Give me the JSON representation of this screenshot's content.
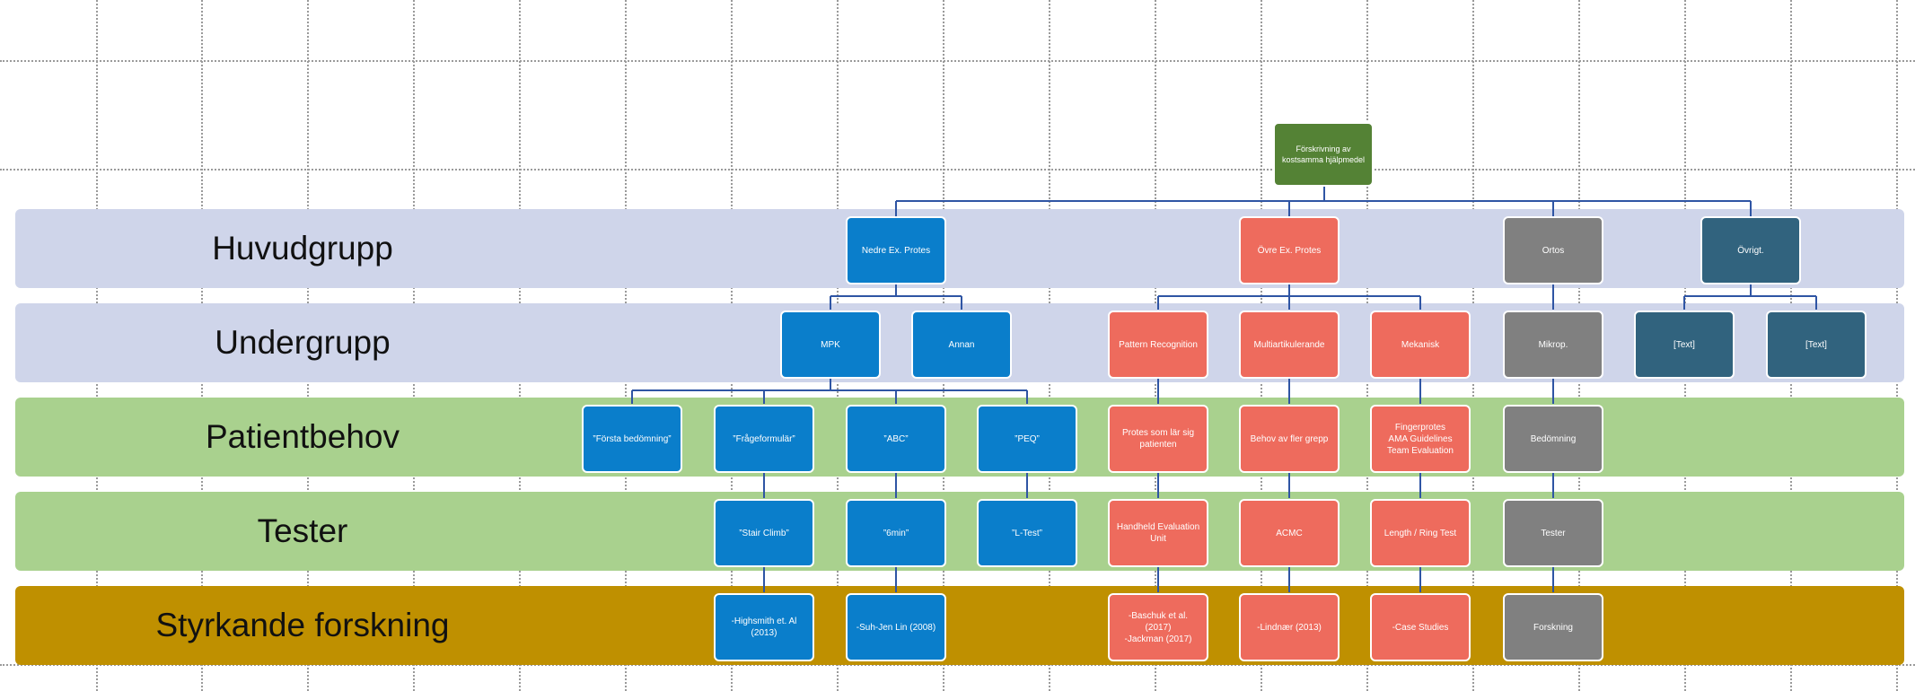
{
  "root": {
    "label": "Förskrivning av kostsamma hjälpmedel"
  },
  "bands": {
    "huvudgrupp": {
      "label": "Huvudgrupp",
      "color": "#cfd5ea"
    },
    "undergrupp": {
      "label": "Undergrupp",
      "color": "#cfd5ea"
    },
    "patientbehov": {
      "label": "Patientbehov",
      "color": "#a9d18e"
    },
    "tester": {
      "label": "Tester",
      "color": "#a9d18e"
    },
    "styrkande": {
      "label": "Styrkande forskning",
      "color": "#bf9000"
    }
  },
  "nodes": {
    "nedre": "Nedre Ex. Protes",
    "ovre": "Övre Ex. Protes",
    "ortos": "Ortos",
    "ovrigt": "Övrigt.",
    "mpk": "MPK",
    "annan": "Annan",
    "pattern": "Pattern Recognition",
    "multi": "Multiartikulerande",
    "mekanisk": "Mekanisk",
    "mikrop": "Mikrop.",
    "text1": "[Text]",
    "text2": "[Text]",
    "forsta": "”Första bedömning”",
    "fragef": "”Frågeformulär”",
    "abc": "”ABC”",
    "peq": "”PEQ”",
    "protes_lar": "Protes som lär sig patienten",
    "behov_grepp": "Behov av fler grepp",
    "fingerprotes": "Fingerprotes\nAMA Guidelines\nTeam Evaluation",
    "bedomning": "Bedömning",
    "stair": "”Stair Climb”",
    "sixmin": "”6min”",
    "ltest": "”L-Test”",
    "handheld": "Handheld Evaluation Unit",
    "acmc": "ACMC",
    "length": "Length / Ring Test",
    "tester_node": "Tester",
    "highsmith": "-Highsmith et. Al (2013)",
    "suhjen": "-Suh-Jen Lin (2008)",
    "baschuk": "-Baschuk et al. (2017)\n-Jackman (2017)",
    "lindner": "-Lindnær (2013)",
    "case": "-Case Studies",
    "forskning": "Forskning"
  },
  "colors": {
    "blue": "#0a7ecb",
    "salmon": "#ee6b5d",
    "gray": "#808080",
    "teal": "#31637e",
    "green": "#548235",
    "connector": "#2f55a4"
  }
}
